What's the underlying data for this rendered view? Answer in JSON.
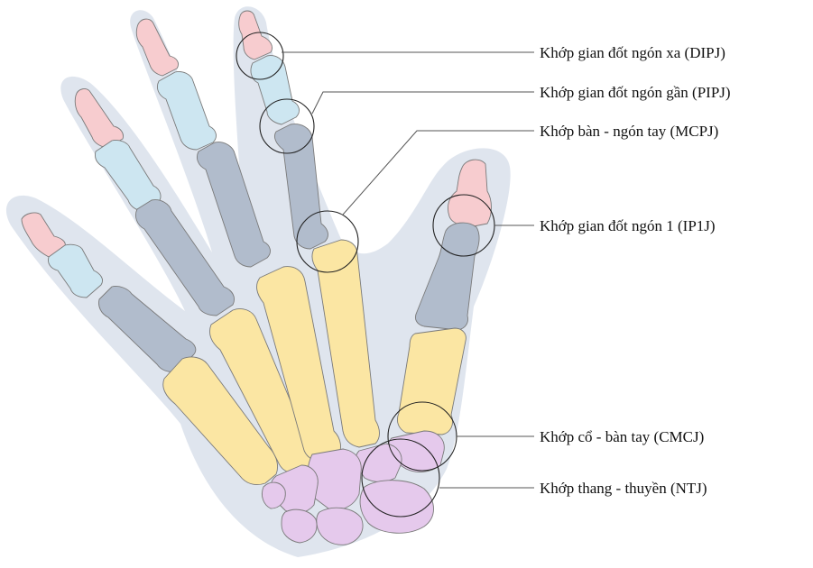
{
  "colors": {
    "silhouette": "#dfe5ee",
    "distal_phalanx": "#f7cccf",
    "middle_phalanx": "#cde6f1",
    "proximal_phalanx": "#b1bccc",
    "metacarpal": "#fbe6a3",
    "carpal": "#e5c9ec",
    "ring": "#222222",
    "leader": "#555555"
  },
  "labels": [
    {
      "id": "dipj",
      "text": "Khớp gian đốt ngón xa (DIPJ)"
    },
    {
      "id": "pipj",
      "text": "Khớp gian đốt ngón gần (PIPJ)"
    },
    {
      "id": "mcpj",
      "text": "Khớp bàn - ngón tay (MCPJ)"
    },
    {
      "id": "ip1j",
      "text": "Khớp gian đốt ngón 1 (IP1J)"
    },
    {
      "id": "cmcj",
      "text": "Khớp cổ - bàn tay (CMCJ)"
    },
    {
      "id": "ntj",
      "text": "Khớp thang - thuyền (NTJ)"
    }
  ]
}
